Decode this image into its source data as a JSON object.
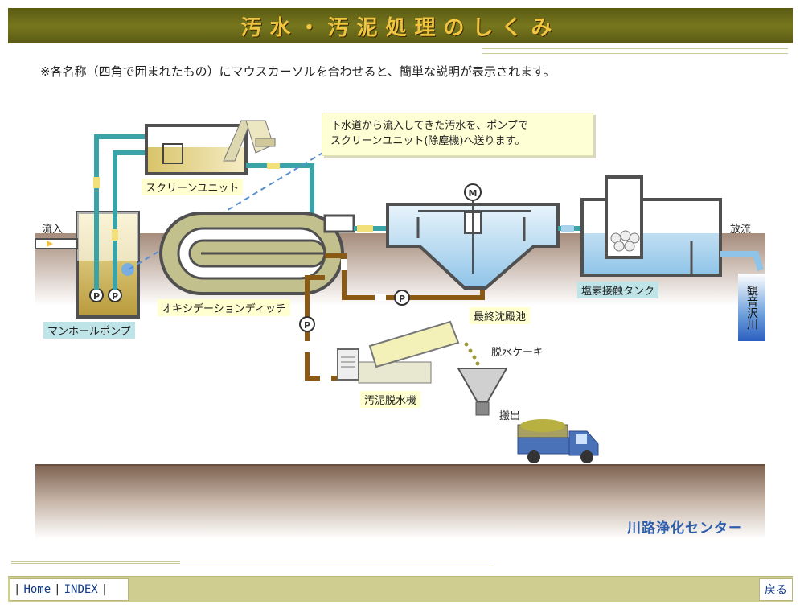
{
  "header": {
    "title": "汚水・汚泥処理のしくみ"
  },
  "instruction": "※各名称（四角で囲まれたもの）にマウスカーソルを合わせると、簡単な説明が表示されます。",
  "callout": {
    "line1": "下水道から流入してきた汚水を、ポンプで",
    "line2": "スクリーンユニット(除塵機)へ送ります。"
  },
  "labels": {
    "inflow": "流入",
    "discharge": "放流",
    "screen_unit": "スクリーンユニット",
    "manhole_pump": "マンホールポンプ",
    "oxidation_ditch": "オキシデーションディッチ",
    "final_settling": "最終沈殿池",
    "chlorine_tank": "塩素接触タンク",
    "dewatered_cake": "脱水ケーキ",
    "sludge_dewaterer": "汚泥脱水機",
    "carry_out": "搬出",
    "river": "観音沢川",
    "pump_mark": "P",
    "motor_mark": "M"
  },
  "center_name": "川路浄化センター",
  "footer": {
    "home": "Home",
    "index": "INDEX",
    "back": "戻る"
  },
  "colors": {
    "header_bg": "#6b6b1a",
    "header_text": "#f2c540",
    "pipe_teal": "#3aa3a8",
    "pipe_brown": "#8a5a14",
    "ground": "#8c6f5c",
    "tank_outline": "#505050",
    "sludge_fill": "#c9b054",
    "water_fill": "#aad2ec",
    "footer_bg": "#cfcd8f"
  }
}
